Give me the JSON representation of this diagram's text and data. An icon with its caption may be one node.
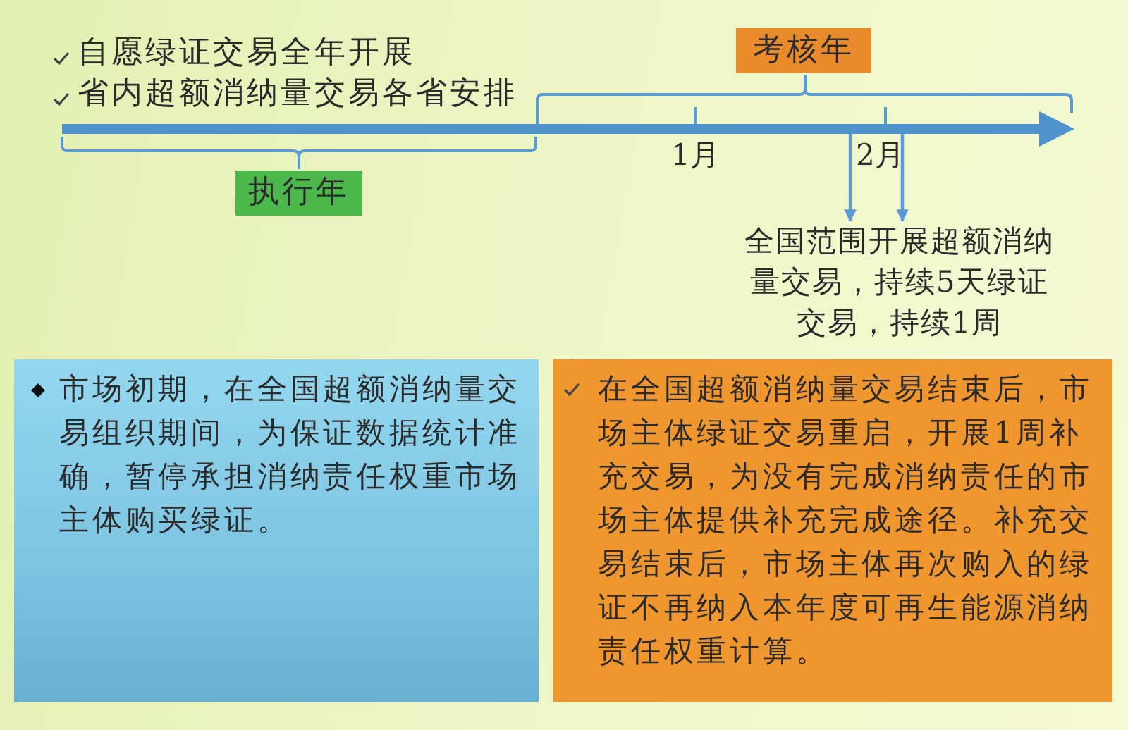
{
  "diagram": {
    "nodes": [
      {
        "text": [
          "考核年"
        ]
      },
      {
        "text": [],
        "shape": "arrow"
      },
      {
        "text": [
          "执行年"
        ]
      },
      {
        "text": [
          "全国范围开展超额消纳量交易，持续5天绿证交易，持续1周"
        ]
      },
      {
        "text": [
          "市场初期，在全国超额消纳量交易组织期间，为保证数据统计准确，暂停承担消纳责任权重市场主体购买绿证。"
        ]
      },
      {
        "text": [
          "在全国超额消纳量交易结束后，市场主体绿证交易重启，开展1周补充交易，为没有完成消纳责任的市场主体提供补充完成途径。补充交易结束后，市场主体再次购入的绿证不再纳入本年度可再生能源消纳责任权重计算。"
        ]
      }
    ],
    "edges": [
      {
        "from": 1,
        "to": 3,
        "arrow": "to"
      },
      {
        "from": 1,
        "to": 3,
        "arrow": "to"
      }
    ],
    "labels": [
      "自愿绿证交易全年开展",
      "省内超额消纳量交易各省安排",
      "1月",
      "2月"
    ]
  }
}
